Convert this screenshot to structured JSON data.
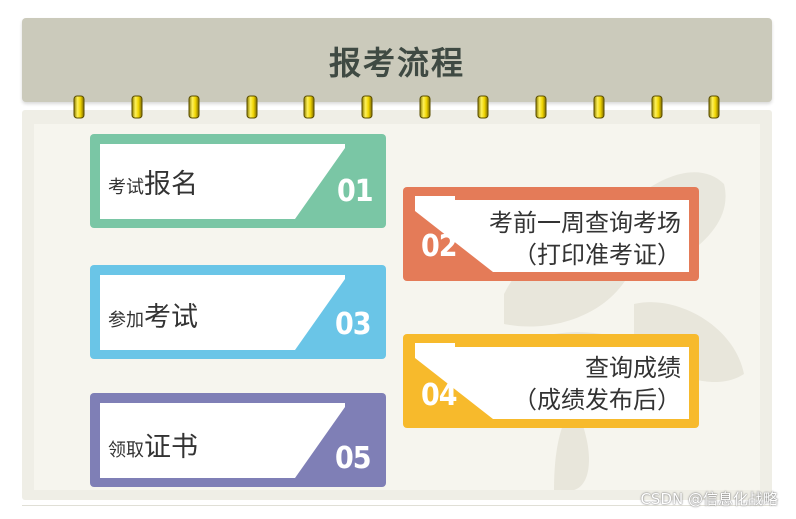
{
  "header": {
    "title": "报考流程"
  },
  "steps": [
    {
      "number": "01",
      "small": "考试",
      "big": "报名",
      "color": "#7ac6a5"
    },
    {
      "number": "02",
      "line1": "考前一周查询考场",
      "line2": "（打印准考证）",
      "color": "#e47b58"
    },
    {
      "number": "03",
      "small": "参加",
      "big": "考试",
      "color": "#6ac5e7"
    },
    {
      "number": "04",
      "line1": "查询成绩",
      "line2": "（成绩发布后）",
      "color": "#f7ba2c"
    },
    {
      "number": "05",
      "small": "领取",
      "big": "证书",
      "color": "#7f7fb6"
    }
  ],
  "watermark": "CSDN @信息化战略"
}
